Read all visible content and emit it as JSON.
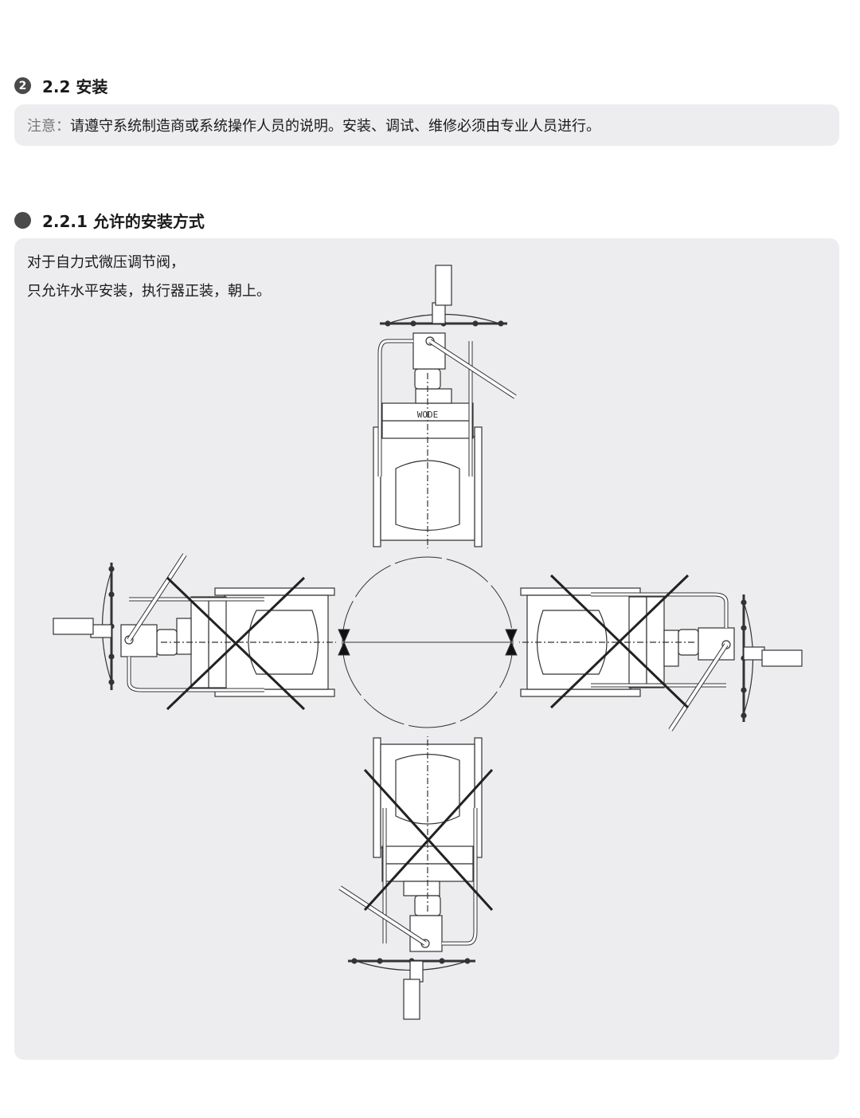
{
  "section": {
    "number": "2",
    "title": "2.2 安装"
  },
  "note": {
    "label": "注意：",
    "text": "请遵守系统制造商或系统操作人员的说明。安装、调试、维修必须由专业人员进行。"
  },
  "subsection": {
    "title": "2.2.1 允许的安装方式"
  },
  "description": {
    "line1": "对于自力式微压调节阀，",
    "line2": "只允许水平安装，执行器正装，朝上。"
  },
  "diagram": {
    "valve_brand": "WODE",
    "allowed": "up",
    "forbidden": [
      "left",
      "right",
      "down"
    ]
  }
}
